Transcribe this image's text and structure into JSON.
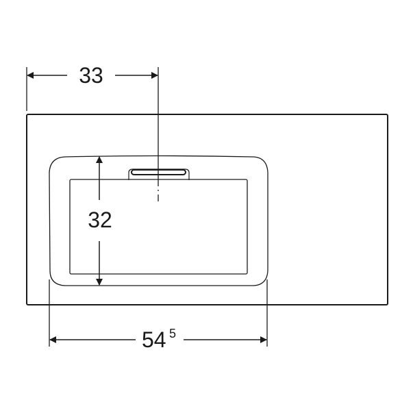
{
  "dimensions": {
    "offset_to_center": "33",
    "basin_depth": "32",
    "basin_width_main": "54",
    "basin_width_sup": "5"
  },
  "colors": {
    "line": "#1a1a1a",
    "background": "#ffffff"
  }
}
